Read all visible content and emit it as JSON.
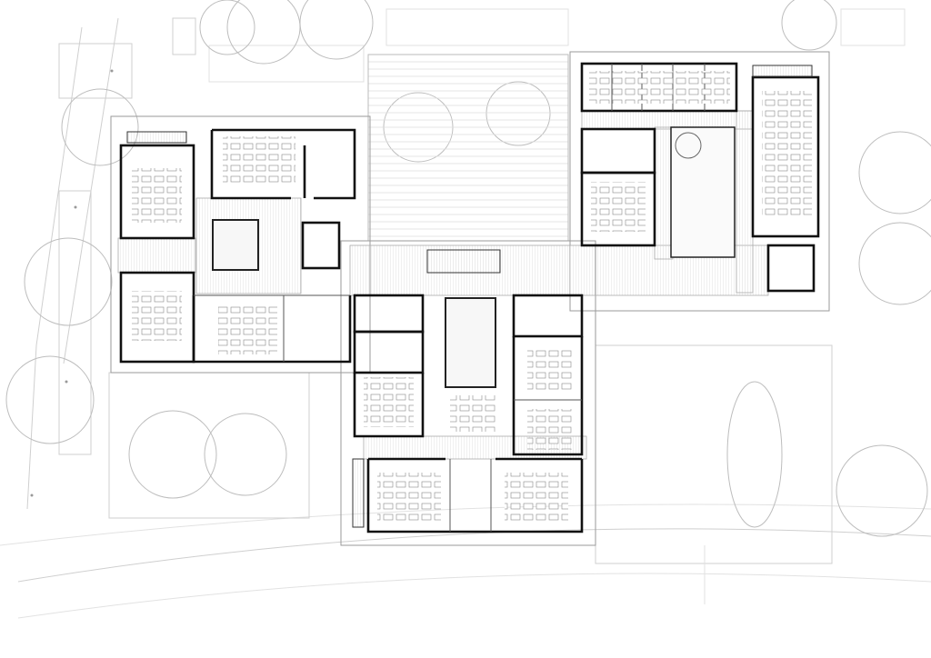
{
  "plan": {
    "type": "architectural-floor-plan",
    "colors": {
      "wall": "#111111",
      "context": "#cfcfcf",
      "background": "#ffffff"
    },
    "icons": [
      "tree-symbol",
      "stair-symbol",
      "spiral-stair-symbol",
      "desk-symbol"
    ]
  }
}
